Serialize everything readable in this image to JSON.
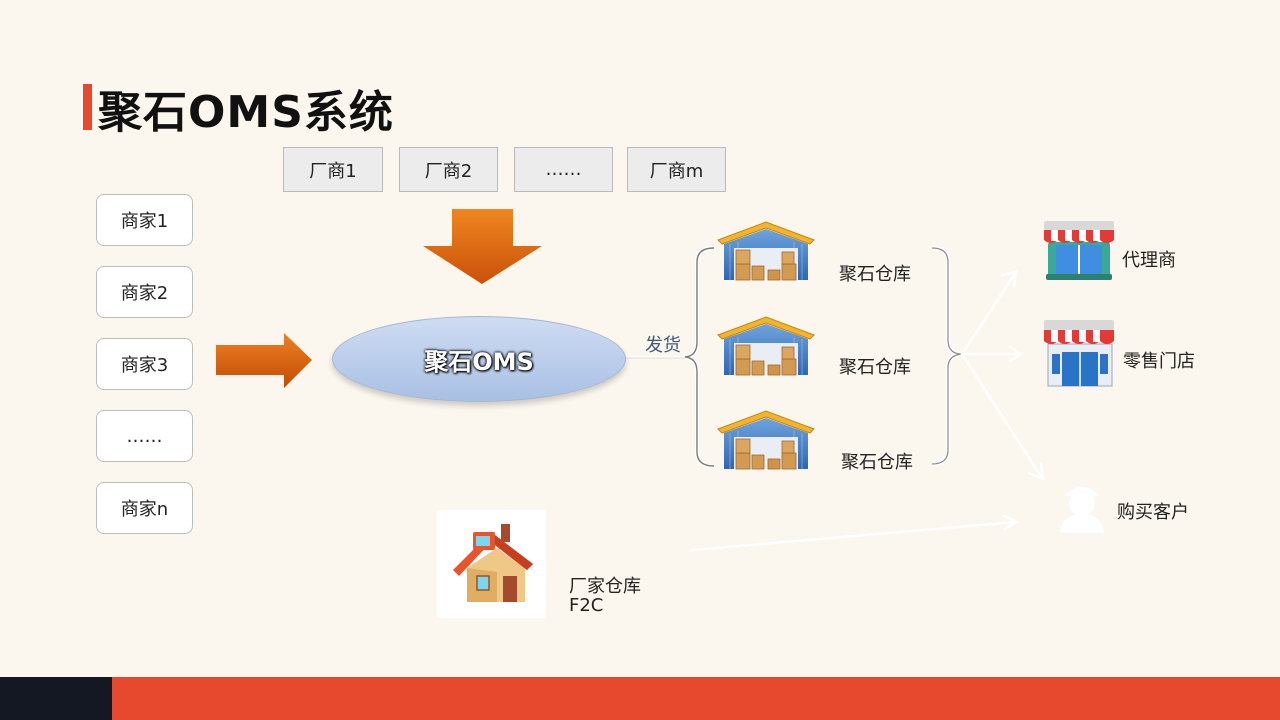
{
  "title": "聚石OMS系统",
  "vendors": [
    "厂商1",
    "厂商2",
    "……",
    "厂商m"
  ],
  "merchants": [
    "商家1",
    "商家2",
    "商家3",
    "……",
    "商家n"
  ],
  "oms_label": "聚石OMS",
  "ship_label": "发货",
  "warehouses": [
    "聚石仓库",
    "聚石仓库",
    "聚石仓库"
  ],
  "destinations": {
    "agent": "代理商",
    "retail": "零售门店",
    "customer": "购买客户"
  },
  "factory": {
    "line1": "厂家仓库",
    "line2": "F2C"
  },
  "colors": {
    "accent": "#e6492d",
    "arrow": "#e0660f",
    "oms_fill": "#b9cbea"
  }
}
